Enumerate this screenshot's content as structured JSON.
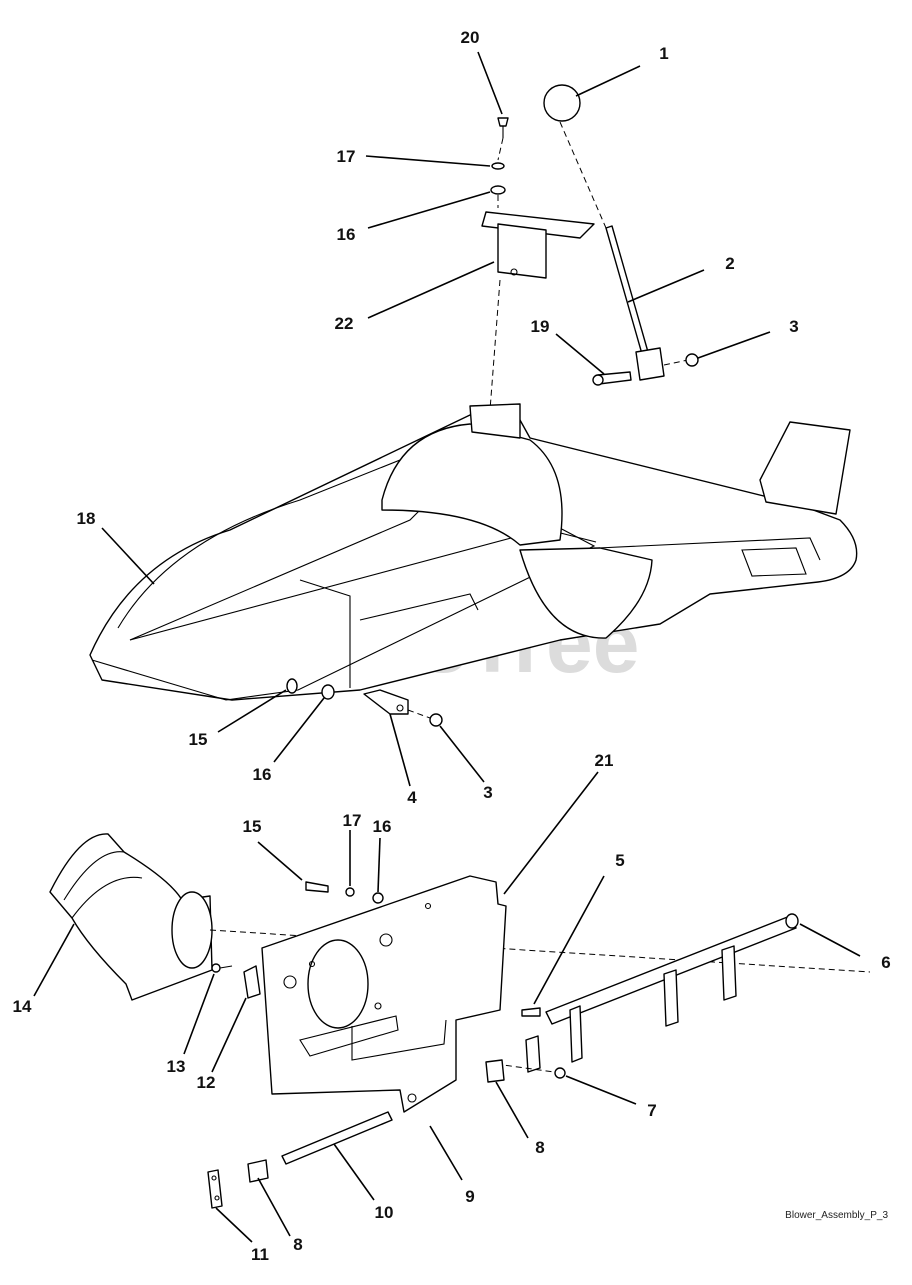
{
  "watermark": "PartsTree",
  "figure_name": "Blower_Assembly_P_3",
  "callouts": [
    "20",
    "1",
    "17",
    "16",
    "22",
    "2",
    "19",
    "3",
    "18",
    "15",
    "16",
    "4",
    "3",
    "21",
    "15",
    "17",
    "16",
    "5",
    "6",
    "14",
    "13",
    "12",
    "7",
    "8",
    "9",
    "10",
    "8",
    "11"
  ]
}
